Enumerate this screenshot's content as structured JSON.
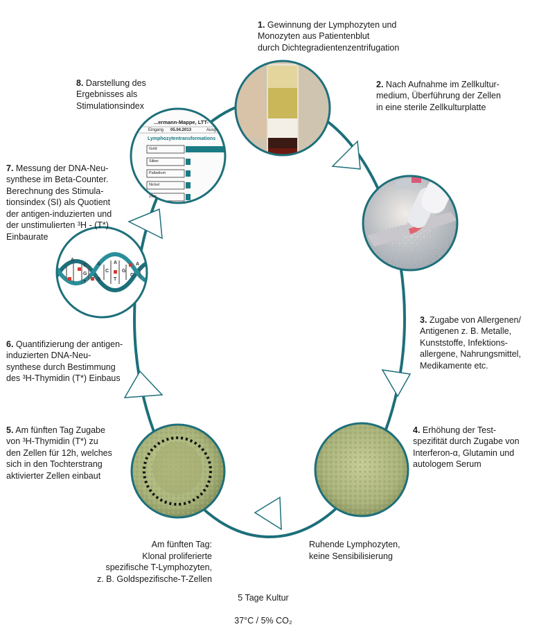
{
  "steps": [
    {
      "num": "1.",
      "text": "Gewinnung der Lymphozyten und\nMonozyten aus Patientenblut\ndurch Dichtegradientenzentrifugation"
    },
    {
      "num": "2.",
      "text": "Nach Aufnahme im Zellkultur-\nmedium, Überführung der Zellen\nin eine sterile Zellkulturplatte"
    },
    {
      "num": "3.",
      "text": "Zugabe von Allergenen/\nAntigenen z. B. Metalle,\nKunststoffe, Infektions-\nallergene, Nahrungsmittel,\nMedikamente etc."
    },
    {
      "num": "4.",
      "text": "Erhöhung der Test-\nspezifität durch Zugabe von\nInterferon-α, Glutamin und\nautologem Serum"
    },
    {
      "num": "5.",
      "text": "Am fünften Tag Zugabe\nvon ³H-Thymidin (T*) zu\nden Zellen für 12h, welches\nsich in den Tochterstrang\naktivierter Zellen einbaut"
    },
    {
      "num": "6.",
      "text": "Quantifizierung der antigen-\ninduzierten DNA-Neu-\nsynthese durch Bestimmung\ndes ³H-Thymidin (T*) Einbaus"
    },
    {
      "num": "7.",
      "text": "Messung der DNA-Neu-\nsynthese im Beta-Counter.\nBerechnung des Stimula-\ntionsindex (SI) als Quotient\nder antigen-induzierten und\nder unstimulierten ³H - (T*)\nEinbaurate"
    },
    {
      "num": "8.",
      "text": "Darstellung des\nErgebnisses als\nStimulationsindex"
    }
  ],
  "captions": {
    "resting": "Ruhende Lymphozyten,\nkeine Sensibilisierung",
    "day5": "Am fünften Tag:\nKlonal proliferierte\nspezifische T-Lymphozyten,\nz. B. Goldspezifische-T-Zellen",
    "culture_line1": "5 Tage Kultur",
    "culture_line2": "37°C / 5% CO₂"
  },
  "report": {
    "title": "...ermann-Mappe, LTT-",
    "label_eingang": "Eingang",
    "date": "05.04.2013",
    "label_ausg": "Ausg.",
    "heading": "Lymphozytentransformations",
    "rows": [
      "Gold",
      "Silber",
      "Palladium",
      "Nickel",
      "Zinn"
    ]
  },
  "dna_letters": [
    "A",
    "C",
    "G",
    "T",
    "A",
    "G",
    "C",
    "A",
    "T",
    "G",
    "C",
    "A"
  ],
  "colors": {
    "ring": "#1d6f7a",
    "accent": "#1a7b85",
    "arrow_fill": "#ffffff",
    "marker": "#d63a2c"
  }
}
